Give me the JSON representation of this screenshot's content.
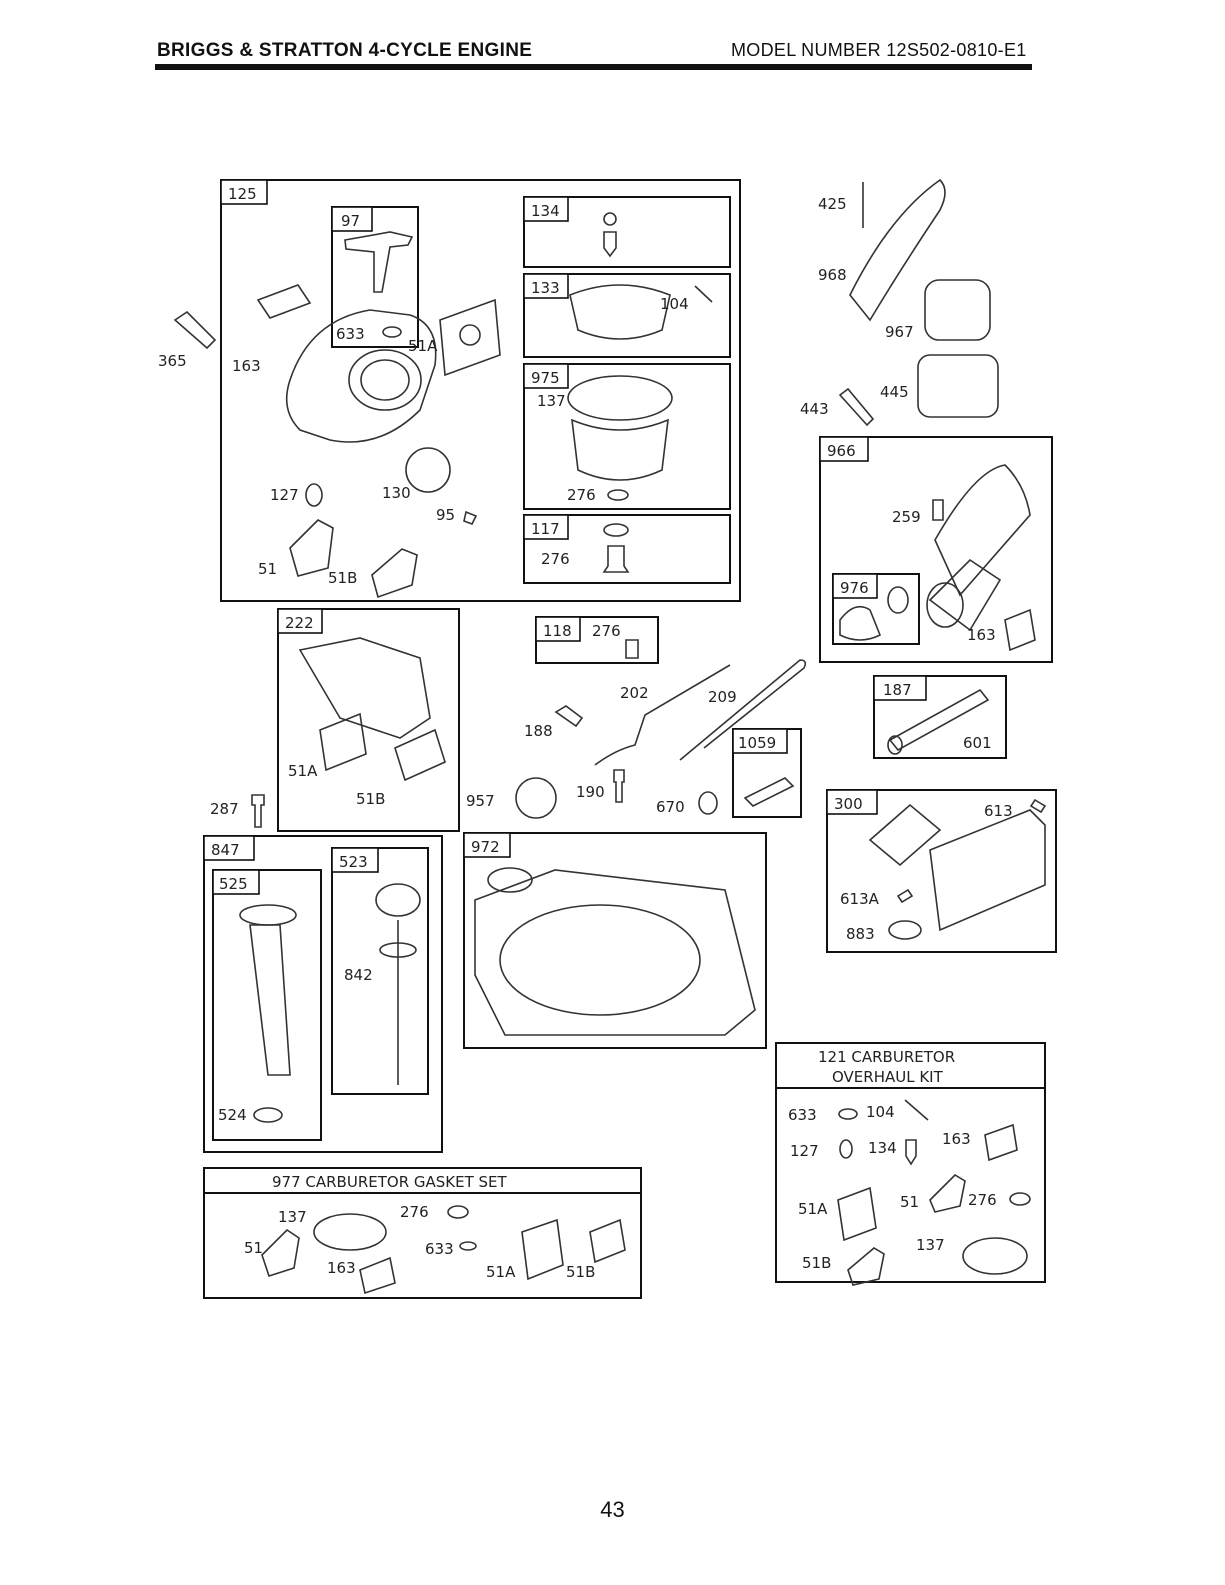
{
  "header": {
    "title": "BRIGGS & STRATTON 4-CYCLE ENGINE",
    "model": "MODEL NUMBER 12S502-0810-E1"
  },
  "page_number": "43",
  "boxes": [
    {
      "id": "125",
      "label": "125"
    },
    {
      "id": "97",
      "label": "97"
    },
    {
      "id": "134",
      "label": "134"
    },
    {
      "id": "133",
      "label": "133"
    },
    {
      "id": "975",
      "label": "975"
    },
    {
      "id": "117",
      "label": "117"
    },
    {
      "id": "222",
      "label": "222"
    },
    {
      "id": "118",
      "label": "118"
    },
    {
      "id": "1059",
      "label": "1059"
    },
    {
      "id": "966",
      "label": "966"
    },
    {
      "id": "976",
      "label": "976"
    },
    {
      "id": "187",
      "label": "187"
    },
    {
      "id": "300",
      "label": "300"
    },
    {
      "id": "847",
      "label": "847"
    },
    {
      "id": "525",
      "label": "525"
    },
    {
      "id": "523",
      "label": "523"
    },
    {
      "id": "972",
      "label": "972"
    }
  ],
  "part_labels": [
    "633",
    "51A",
    "163",
    "365",
    "127",
    "130",
    "95",
    "51",
    "51B",
    "104",
    "137",
    "276",
    "276",
    "425",
    "968",
    "967",
    "445",
    "443",
    "259",
    "163",
    "601",
    "613",
    "613A",
    "883",
    "276",
    "202",
    "209",
    "188",
    "190",
    "957",
    "670",
    "287",
    "51A",
    "51B",
    "842",
    "524"
  ],
  "kits": {
    "gasket_set": {
      "title": "977 CARBURETOR GASKET SET",
      "parts": [
        "137",
        "276",
        "51",
        "163",
        "633",
        "51A",
        "51B"
      ]
    },
    "overhaul_kit": {
      "title_line1": "121 CARBURETOR",
      "title_line2": "OVERHAUL KIT",
      "parts": [
        "633",
        "104",
        "127",
        "134",
        "163",
        "51A",
        "51",
        "276",
        "51B",
        "137"
      ]
    }
  }
}
